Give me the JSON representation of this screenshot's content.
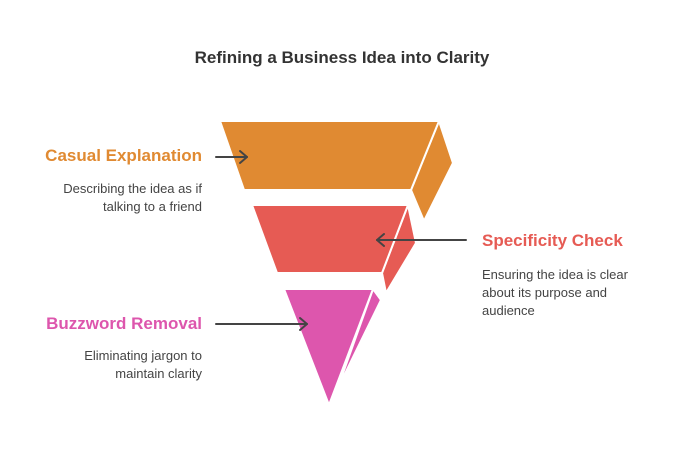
{
  "title": "Refining a Business Idea into Clarity",
  "stages": [
    {
      "name": "Casual Explanation",
      "description": "Describing the idea as if talking to a friend",
      "color": "#e08a32"
    },
    {
      "name": "Specificity Check",
      "description": "Ensuring the idea is clear about its purpose and audience",
      "color": "#e65b54"
    },
    {
      "name": "Buzzword Removal",
      "description": "Eliminating jargon to maintain clarity",
      "color": "#dd56ad"
    }
  ],
  "colors": {
    "title_text": "#333333",
    "description_text": "#444444",
    "arrow": "#444444"
  }
}
